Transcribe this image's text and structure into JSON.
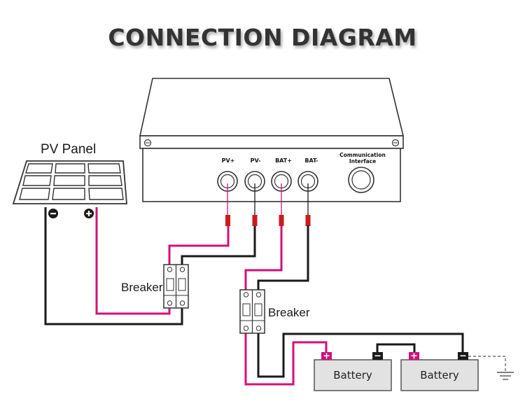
{
  "title": "CONNECTION DIAGRAM",
  "pv_panel": {
    "label": "PV Panel"
  },
  "controller": {
    "terminals": [
      "PV+",
      "PV-",
      "BAT+",
      "BAT-"
    ],
    "communication_interface": "Communication\nInterface"
  },
  "breakers": [
    "Breaker",
    "Breaker"
  ],
  "batteries": [
    "Battery",
    "Battery"
  ],
  "colors": {
    "positive": "#d1107a",
    "negative": "#1a1a1a",
    "outline": "#333333"
  },
  "icons": [
    "ground-icon",
    "minus-terminal-icon",
    "plus-terminal-icon",
    "screw-icon"
  ]
}
